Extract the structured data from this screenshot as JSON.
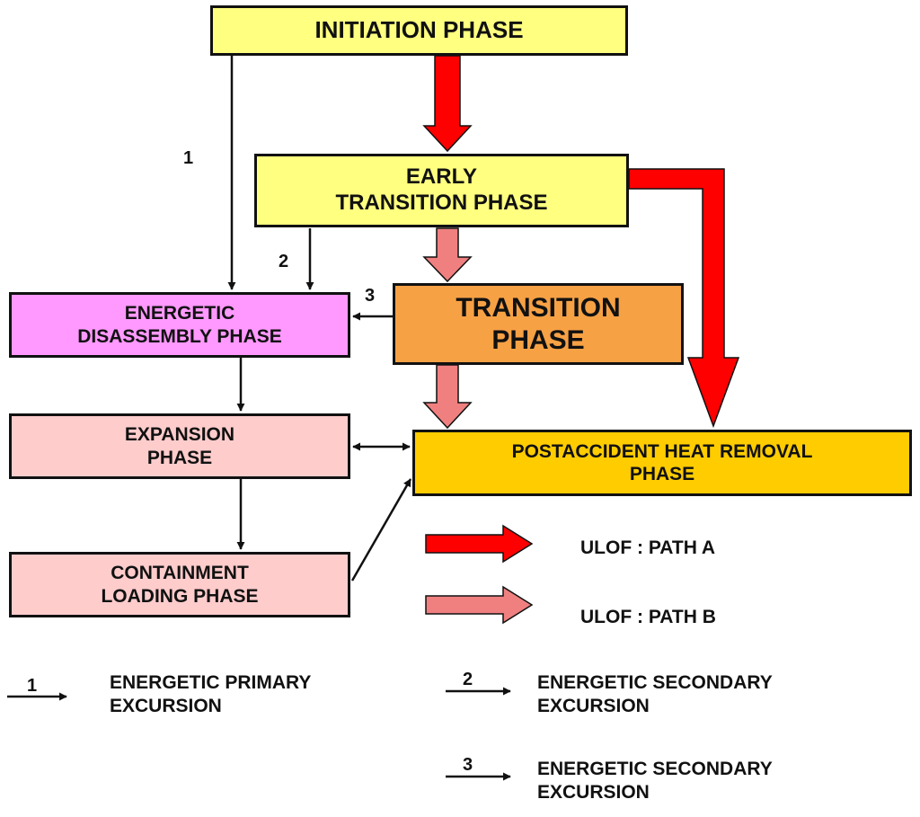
{
  "phases": {
    "initiation": "INITIATION PHASE",
    "early_transition": [
      "EARLY",
      "TRANSITION PHASE"
    ],
    "transition": [
      "TRANSITION",
      "PHASE"
    ],
    "energetic_disassembly": [
      "ENERGETIC",
      "DISASSEMBLY PHASE"
    ],
    "expansion": [
      "EXPANSION",
      "PHASE"
    ],
    "containment_loading": [
      "CONTAINMENT",
      "LOADING PHASE"
    ],
    "postaccident_heat_removal": [
      "POSTACCIDENT HEAT REMOVAL",
      "PHASE"
    ]
  },
  "path_numbers": {
    "one": "1",
    "two": "2",
    "three": "3"
  },
  "legend": {
    "path_a": "ULOF : PATH A",
    "path_b": "ULOF : PATH B",
    "path_a_color": "#ff0000",
    "path_b_color": "#f08080",
    "items": [
      {
        "num": "1",
        "text": [
          "ENERGETIC PRIMARY",
          "EXCURSION"
        ]
      },
      {
        "num": "2",
        "text": [
          "ENERGETIC SECONDARY",
          "EXCURSION"
        ]
      },
      {
        "num": "3",
        "text": [
          "ENERGETIC SECONDARY",
          "EXCURSION"
        ]
      }
    ]
  }
}
